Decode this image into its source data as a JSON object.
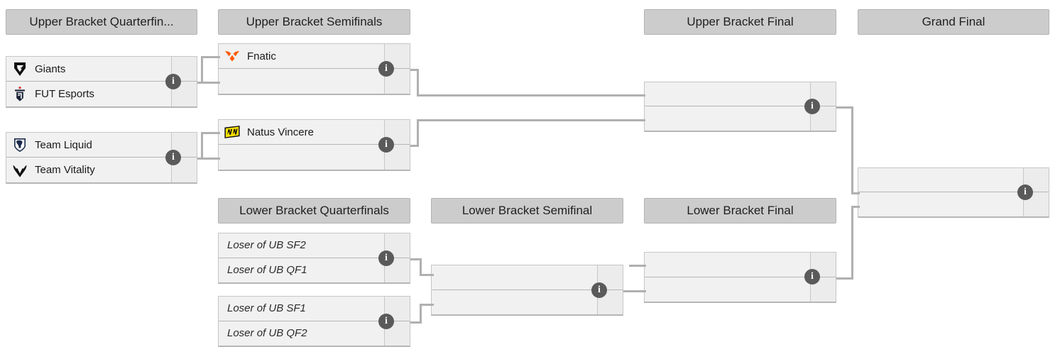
{
  "rounds": [
    {
      "id": "ubqf",
      "label": "Upper Bracket Quarterfin..."
    },
    {
      "id": "ubsf",
      "label": "Upper Bracket Semifinals"
    },
    {
      "id": "ubf",
      "label": "Upper Bracket Final"
    },
    {
      "id": "gf",
      "label": "Grand Final"
    },
    {
      "id": "lbqf",
      "label": "Lower Bracket Quarterfinals"
    },
    {
      "id": "lbsf",
      "label": "Lower Bracket Semifinal"
    },
    {
      "id": "lbf",
      "label": "Lower Bracket Final"
    }
  ],
  "matches": {
    "ubqf1": {
      "top": {
        "team": "Giants",
        "logo": "giants-logo",
        "score": ""
      },
      "bottom": {
        "team": "FUT Esports",
        "logo": "fut-esports-logo",
        "score": ""
      },
      "info": "i"
    },
    "ubqf2": {
      "top": {
        "team": "Team Liquid",
        "logo": "team-liquid-logo",
        "score": ""
      },
      "bottom": {
        "team": "Team Vitality",
        "logo": "team-vitality-logo",
        "score": ""
      },
      "info": "i"
    },
    "ubsf1": {
      "top": {
        "team": "Fnatic",
        "logo": "fnatic-logo",
        "score": ""
      },
      "bottom": {
        "team": "",
        "logo": "",
        "score": ""
      },
      "info": "i"
    },
    "ubsf2": {
      "top": {
        "team": "Natus Vincere",
        "logo": "navi-logo",
        "score": ""
      },
      "bottom": {
        "team": "",
        "logo": "",
        "score": ""
      },
      "info": "i"
    },
    "ubfinal": {
      "top": {
        "team": "",
        "logo": "",
        "score": ""
      },
      "bottom": {
        "team": "",
        "logo": "",
        "score": ""
      },
      "info": "i"
    },
    "grandfinal": {
      "top": {
        "team": "",
        "logo": "",
        "score": ""
      },
      "bottom": {
        "team": "",
        "logo": "",
        "score": ""
      },
      "info": "i"
    },
    "lbqf1": {
      "top": {
        "team": "Loser of UB SF2",
        "logo": "",
        "score": ""
      },
      "bottom": {
        "team": "Loser of UB QF1",
        "logo": "",
        "score": ""
      },
      "info": "i"
    },
    "lbqf2": {
      "top": {
        "team": "Loser of UB SF1",
        "logo": "",
        "score": ""
      },
      "bottom": {
        "team": "Loser of UB QF2",
        "logo": "",
        "score": ""
      },
      "info": "i"
    },
    "lbsf": {
      "top": {
        "team": "",
        "logo": "",
        "score": ""
      },
      "bottom": {
        "team": "",
        "logo": "",
        "score": ""
      },
      "info": "i"
    },
    "lbfinal": {
      "top": {
        "team": "",
        "logo": "",
        "score": ""
      },
      "bottom": {
        "team": "",
        "logo": "",
        "score": ""
      },
      "info": "i"
    }
  },
  "colors": {
    "header_bg": "#cccccc",
    "header_border": "#b3b3b3",
    "match_bg": "#f1f1f1",
    "score_bg": "#ececec",
    "match_border": "#c6c6c6",
    "connector": "#b0b0b0",
    "info_badge": "#5a5a5a",
    "text": "#1a1a1a",
    "fnatic_orange": "#ff5900",
    "navi_yellow": "#ffe500",
    "liquid_navy": "#1b2a4b",
    "fut_red": "#e03030"
  }
}
